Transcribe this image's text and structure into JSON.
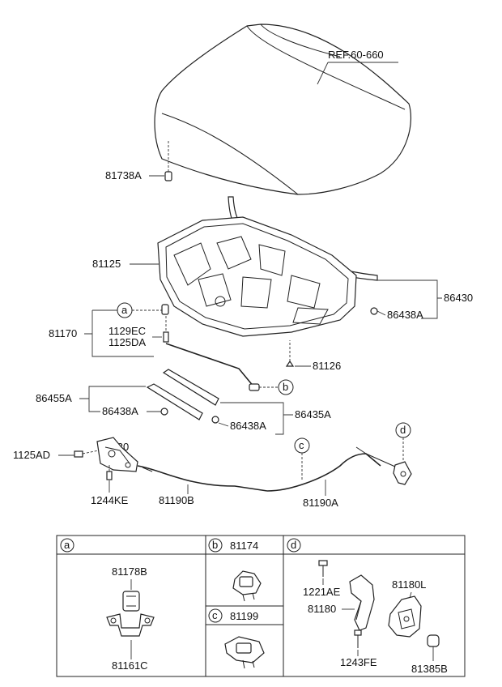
{
  "reference_label": "REF.60-660",
  "parts": {
    "p81738A": "81738A",
    "p81125": "81125",
    "p81170": "81170",
    "p1129EC": "1129EC",
    "p1125DA": "1125DA",
    "p81126": "81126",
    "p86430": "86430",
    "p86438A_hood": "86438A",
    "p86455A": "86455A",
    "p86438A_left": "86438A",
    "p86438A_right": "86438A",
    "p86435A": "86435A",
    "p81130": "81130",
    "p1125AD": "1125AD",
    "p1244KE": "1244KE",
    "p81190B": "81190B",
    "p81190A": "81190A"
  },
  "callouts": {
    "a": "a",
    "b": "b",
    "c": "c",
    "d": "d"
  },
  "detail_table": {
    "a_letter": "a",
    "a_parts": [
      "81178B",
      "81161C"
    ],
    "b_letter": "b",
    "b_part": "81174",
    "c_letter": "c",
    "c_part": "81199",
    "d_letter": "d",
    "d_parts": [
      "1221AE",
      "81180L",
      "81180",
      "1243FE",
      "81385B"
    ]
  }
}
